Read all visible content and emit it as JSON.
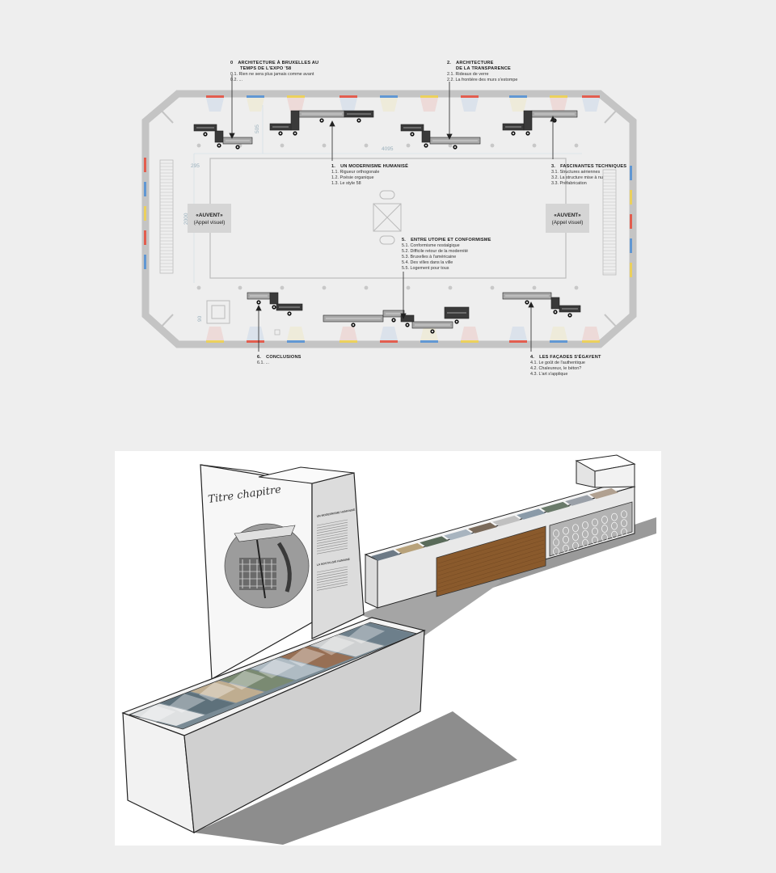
{
  "plan": {
    "sections": [
      {
        "num": "0",
        "title_lines": [
          "ARCHITECTURE À BRUXELLES AU",
          "TEMPS DE L'EXPO '58"
        ],
        "items": [
          "0.1. Rien ne sera plus jamais comme avant",
          "0.2. ..."
        ]
      },
      {
        "num": "2.",
        "title_lines": [
          "ARCHITECTURE",
          "DE LA TRANSPARENCE"
        ],
        "items": [
          "2.1. Rideaux de verre",
          "2.2. La frontière des murs s'estompe"
        ]
      },
      {
        "num": "1.",
        "title_lines": [
          "UN MODERNISME HUMANISÉ"
        ],
        "items": [
          "1.1. Rigueur orthogonale",
          "1.2. Poésie organique",
          "1.3. Le style 58"
        ]
      },
      {
        "num": "3.",
        "title_lines": [
          "FASCINANTES TECHNIQUES"
        ],
        "items": [
          "3.1. Structures aériennes",
          "3.2. La structure mise à nu",
          "3.3. Préfabrication"
        ]
      },
      {
        "num": "5.",
        "title_lines": [
          "ENTRE UTOPIE ET CONFORMISME"
        ],
        "items": [
          "5.1. Conformisme nostalgique",
          "5.2. Difficile retour de la modernité",
          "5.3. Bruxelles à l'américaine",
          "5.4. Des villes dans la ville",
          "5.5. Logement pour tous"
        ]
      },
      {
        "num": "6.",
        "title_lines": [
          "CONCLUSIONS"
        ],
        "items": [
          "6.1. ..."
        ]
      },
      {
        "num": "4.",
        "title_lines": [
          "LES FAÇADES S'ÉGAYENT"
        ],
        "items": [
          "4.1. Le goût de l'authentique",
          "4.2. Chaleureux, le béton?",
          "4.3. L'art s'applique"
        ]
      }
    ],
    "auvent_left": {
      "title": "«AUVENT»",
      "sub": "(Appel visuel)"
    },
    "auvent_right": {
      "title": "«AUVENT»",
      "sub": "(Appel visuel)"
    },
    "dimensions": {
      "length": "4095",
      "height": "505",
      "offset": "295",
      "side": "2000",
      "small": "90"
    }
  },
  "render": {
    "panel_title": "Titre chapitre",
    "panel_text_1": "UN MODERNISME HUMANISÉ",
    "panel_text_2": "LA NOSTALGIE HUMAINE"
  },
  "colors": {
    "background": "#eeeeee",
    "wall": "#c8c8c8",
    "red": "#e84b3a",
    "blue": "#4f8fd6",
    "yellow": "#f2d24a",
    "wood": "#8a5a2c"
  }
}
